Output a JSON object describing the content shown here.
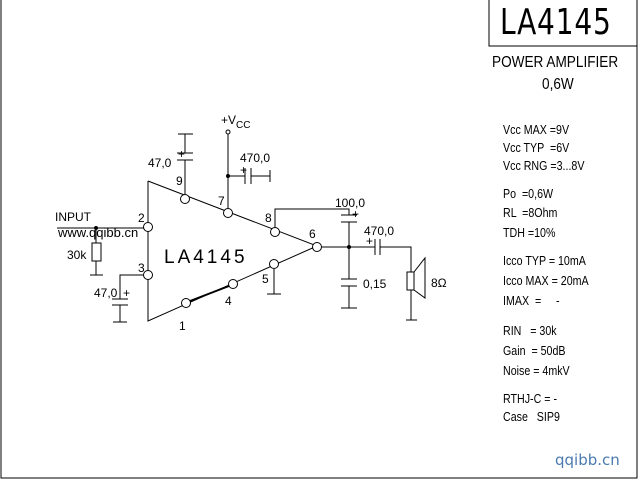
{
  "header": {
    "part_number": "LA4145",
    "description": "POWER AMPLIFIER",
    "power": "0,6W"
  },
  "schematic": {
    "chip_label": "LA4145",
    "vcc_label": "+V",
    "vcc_sub": "CC",
    "input_label": "INPUT",
    "overlay_url": "www.qqibb.cn",
    "components": {
      "c_pin9": "47,0",
      "c_vcc": "470,0",
      "c_pin8": "100,0",
      "c_out": "470,0",
      "c_zobel": "0,15",
      "c_pin3": "47,0",
      "r_in": "30k",
      "speaker": "8Ω",
      "plus": "+"
    },
    "pins": [
      "1",
      "2",
      "3",
      "4",
      "5",
      "6",
      "7",
      "8",
      "9"
    ]
  },
  "specs": [
    "Vcc MAX =9V",
    "Vcc TYP  =6V",
    "Vcc RNG =3...8V",
    "Po  =0,6W",
    "RL  =8Ohm",
    "TDH =10%",
    "Icco TYP = 10mA",
    "Icco MAX = 20mA",
    "IMAX  =     -",
    "RIN   = 30k",
    "Gain  = 50dB",
    "Noise = 4mkV",
    "RTHJ-C = -",
    "Case   SIP9"
  ],
  "watermark": "qqibb.cn",
  "colors": {
    "line": "#000000",
    "watermark": "#4a7ab0"
  }
}
